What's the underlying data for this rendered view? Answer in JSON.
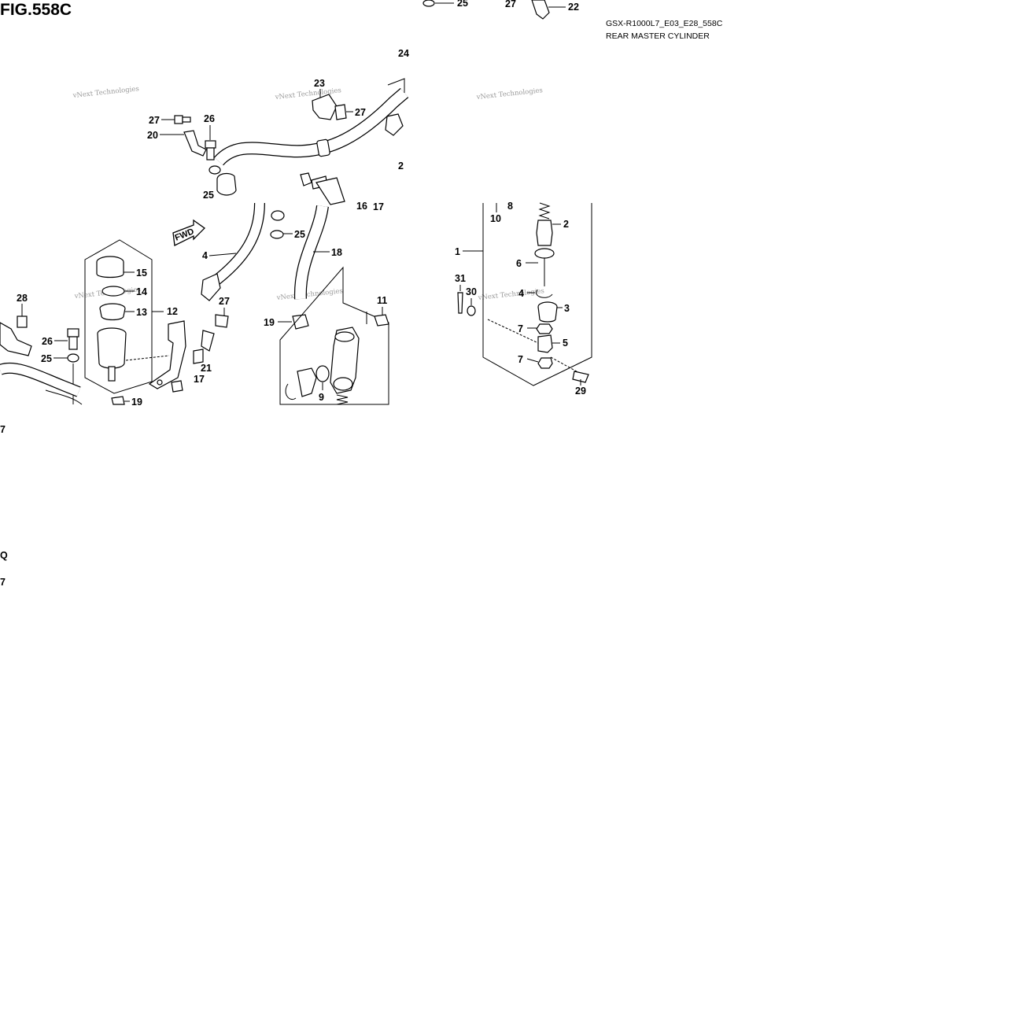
{
  "figure": {
    "title": "FIG.558C",
    "model_code": "GSX-R1000L7_E03_E28_558C",
    "name": "REAR MASTER CYLINDER",
    "fwd_label": "FWD",
    "watermarks": [
      "vNext Technologies",
      "vNext Technologies",
      "vNext Technologies",
      "vNext Technologies",
      "vNext Technologies",
      "vNext Technologies"
    ]
  },
  "callouts": {
    "top_25": "25",
    "top_27": "27",
    "top_22": "22",
    "top_24": "24",
    "top_23": "23",
    "top_27b": "27",
    "top_27c": "27",
    "top_26": "26",
    "top_20": "20",
    "top_25b": "25",
    "top_2r": "2",
    "mid_16": "16",
    "mid_17": "17",
    "mid_25": "25",
    "mid_18": "18",
    "mid_4": "4",
    "mid_27": "27",
    "mid_11": "11",
    "mid_19": "19",
    "mid_9": "9",
    "mid_21": "21",
    "mid_17b": "17",
    "res_15": "15",
    "res_14": "14",
    "res_13": "13",
    "res_12": "12",
    "left_28": "28",
    "left_26": "26",
    "left_25": "25",
    "low_19": "19",
    "r_8": "8",
    "r_10": "10",
    "r_2": "2",
    "r_1": "1",
    "r_6": "6",
    "r_31": "31",
    "r_30": "30",
    "r_4": "4",
    "r_3": "3",
    "r_7a": "7",
    "r_5": "5",
    "r_7b": "7",
    "r_29": "29"
  }
}
